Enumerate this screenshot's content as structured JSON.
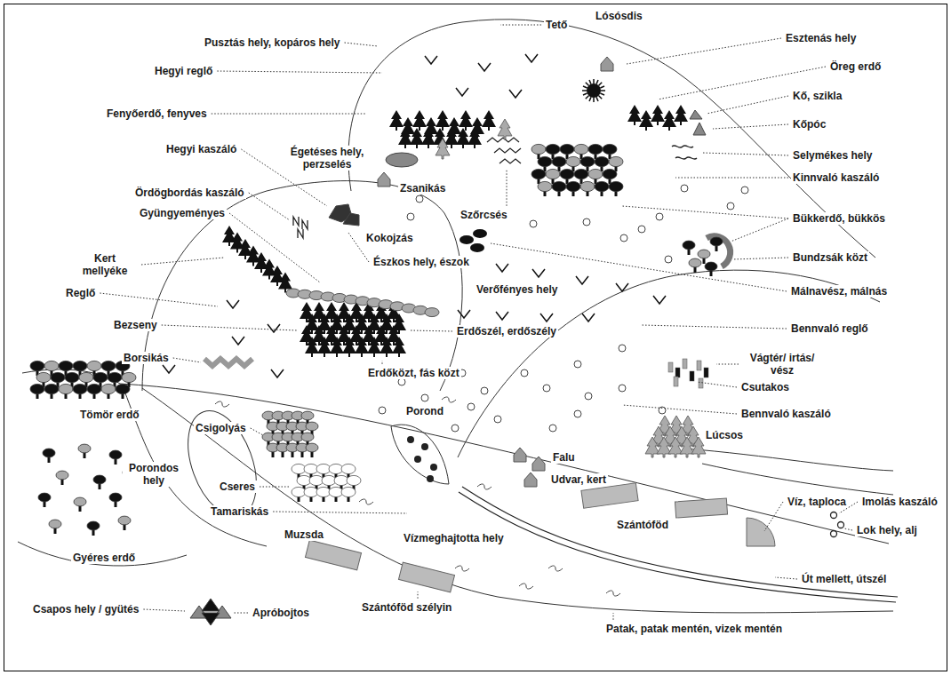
{
  "diagram": {
    "labels": [
      "Pusztás hely, kopáros hely",
      "Tető",
      "Lósósdis",
      "Esztenás hely",
      "Hegyi reglő",
      "Öreg erdő",
      "Fenyőerdő, fenyves",
      "Kő, szikla",
      "Kőpóc",
      "Égetéses hely, perzselés",
      "Hegyi kaszáló",
      "Selymékes hely",
      "Zsanikás",
      "Kinnvaló kaszáló",
      "Ördögbordás kaszáló",
      "Szőrcsés",
      "Bükkerdő, bükkös",
      "Gyüngyeményes",
      "Kokojzás",
      "Bundzsák közt",
      "Kert mellyéke",
      "Észkos hely, észok",
      "Málnavész, málnás",
      "Reglő",
      "Verőfényes hely",
      "Bennvaló reglő",
      "Bezseny",
      "Vágtér/ irtás/ vész",
      "Erdőszél, erdőszély",
      "Borsikás",
      "Csutakos",
      "Erdőközt, fás közt",
      "Bennvaló kaszáló",
      "Tömör erdő",
      "Csigolyás",
      "Lúcsos",
      "Porond",
      "Falu",
      "Udvar, kert",
      "Porondos hely",
      "Cseres",
      "Víz, taploca",
      "Imolás kaszáló",
      "Tamariskás",
      "Szántóföd",
      "Vízmeghajtotta hely",
      "Lok hely, alj",
      "Gyéres erdő",
      "Muzsda",
      "Út mellett, útszél",
      "Szántóföd szélyin",
      "Csapos hely / gyütés",
      "Apróbojtos",
      "Patak, patak mentén, vizek mentén"
    ]
  }
}
